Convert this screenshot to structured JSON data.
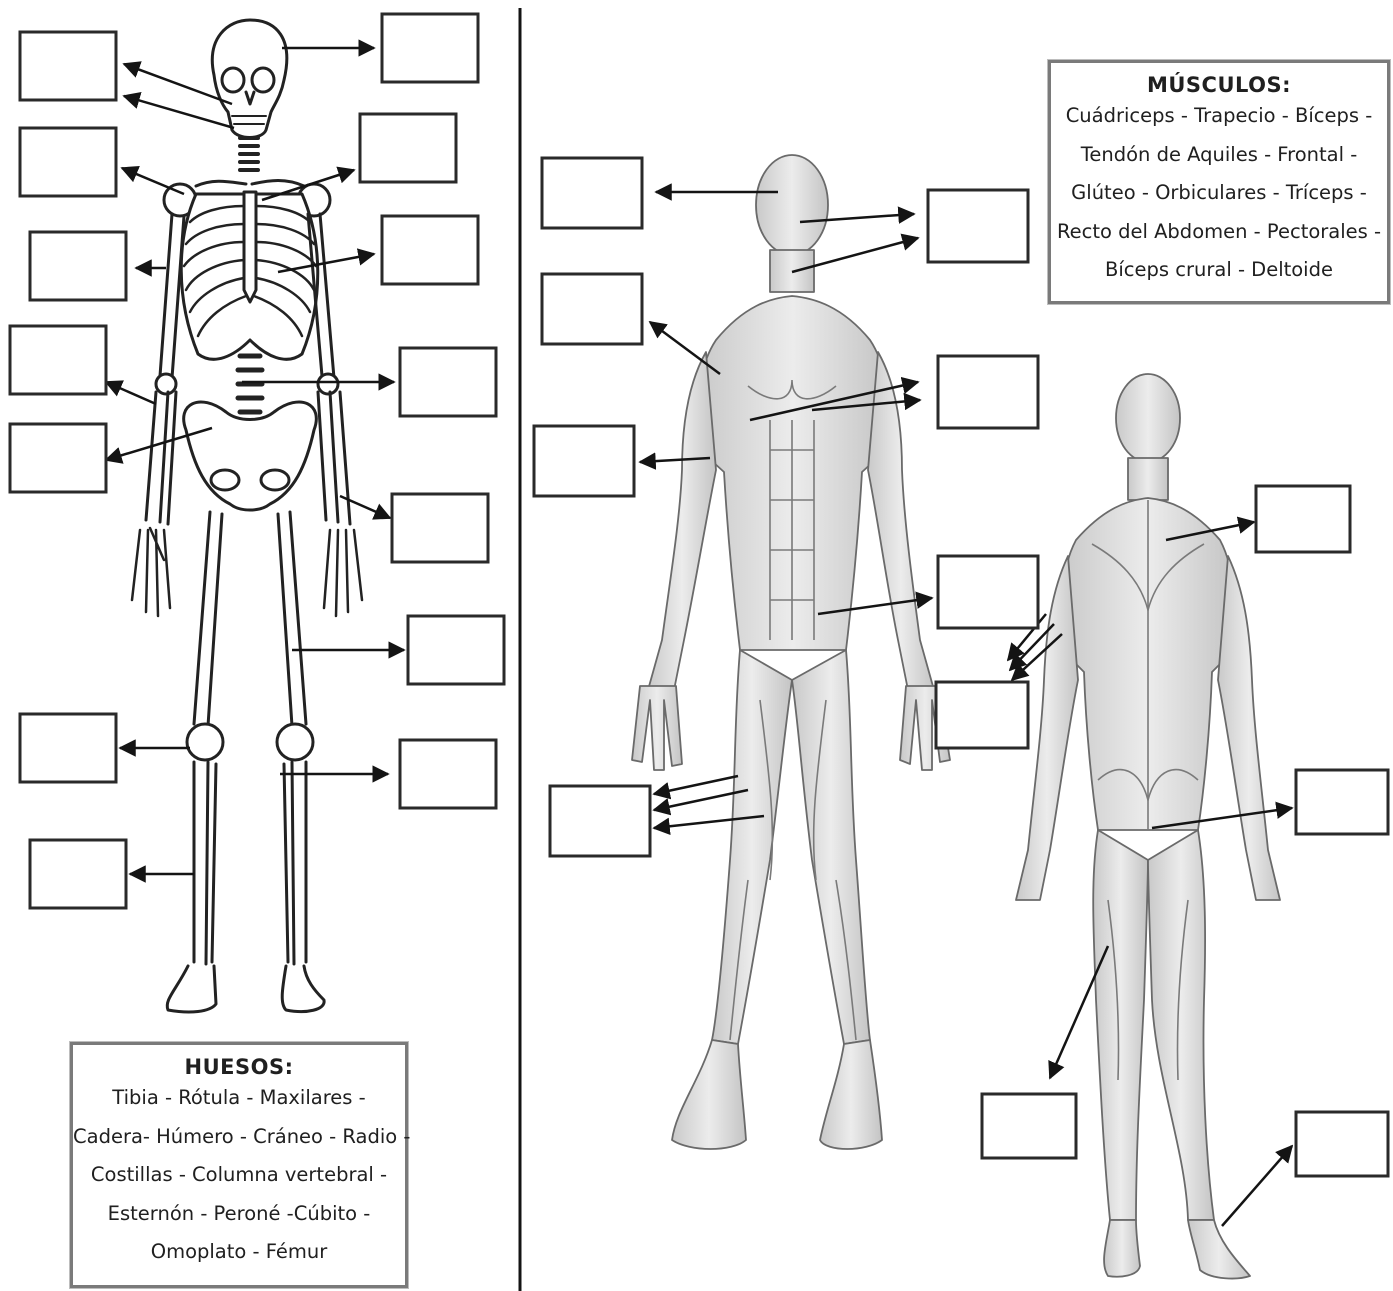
{
  "bones_box": {
    "title": "HUESOS:",
    "lines": [
      "Tibia - Rótula - Maxilares -",
      "Cadera- Húmero - Cráneo - Radio -",
      "Costillas - Columna vertebral -",
      "Esternón - Peroné -Cúbito -",
      "Omoplato - Fémur"
    ]
  },
  "muscles_box": {
    "title": "MÚSCULOS:",
    "lines": [
      "Cuádriceps - Trapecio - Bíceps -",
      "Tendón de Aquiles - Frontal -",
      "Glúteo - Orbiculares -  Tríceps -",
      "Recto del Abdomen - Pectorales -",
      "Bíceps crural - Deltoide"
    ]
  },
  "colors": {
    "line": "#141414",
    "box_border": "#2a2a2a",
    "figure_fill": "#e4e4e4",
    "figure_shade": "#b5b5b5"
  }
}
